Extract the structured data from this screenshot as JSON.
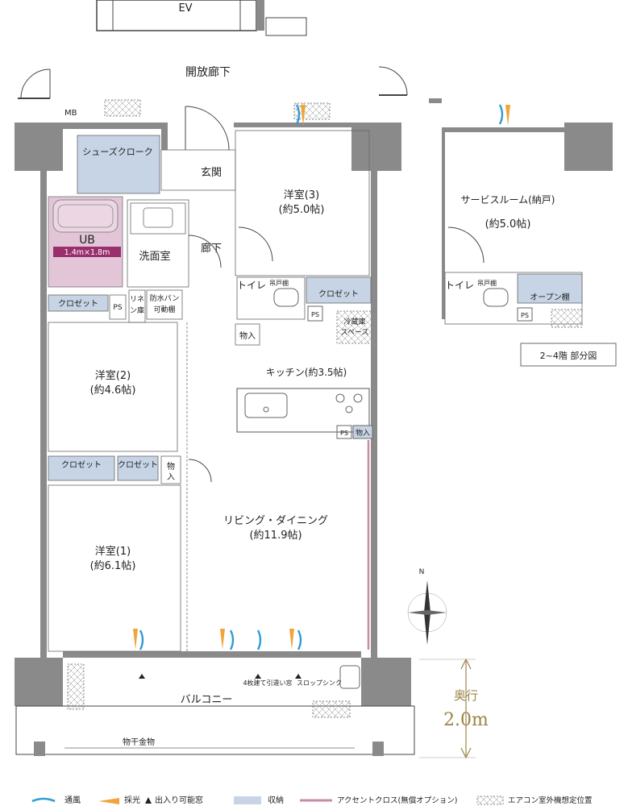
{
  "labels": {
    "ev": "EV",
    "corridor": "開放廊下",
    "mb": "MB",
    "shoes": "シューズクローク",
    "entrance": "玄関",
    "ub": "UB",
    "ub_size": "1.4m×1.8m",
    "washroom": "洗面室",
    "hallway": "廊下",
    "room3_name": "洋室(3)",
    "room3_size": "(約5.0帖)",
    "toilet": "トイレ",
    "hanging_shelf": "吊戸棚",
    "closet": "クロゼット",
    "ps": "PS",
    "linen_1": "リネ",
    "linen_2": "ン庫",
    "waterproof_1": "防水パン",
    "waterproof_2": "可動棚",
    "fridge_1": "冷蔵庫",
    "fridge_2": "スペース",
    "storage": "物入",
    "storage_v1": "物",
    "storage_v2": "入",
    "kitchen": "キッチン(約3.5帖)",
    "room2_name": "洋室(2)",
    "room2_size": "(約4.6帖)",
    "room1_name": "洋室(1)",
    "room1_size": "(約6.1帖)",
    "living_name": "リビング・ダイニング",
    "living_size": "(約11.9帖)",
    "window4": "4枚建て引違い窓",
    "slop_sink": "スロップシンク",
    "balcony": "バルコニー",
    "drying_rack": "物干金物",
    "depth_title": "奥行",
    "depth_value": "2.0m",
    "north": "N",
    "service_room": "サービスルーム(納戸)",
    "service_room_size": "(約5.0帖)",
    "open_shelf": "オープン棚",
    "floor_note": "2~4階 部分図"
  },
  "legend": {
    "ventilation": "通風",
    "daylight": "採光",
    "exit_window": "出入り可能窓",
    "storage": "収納",
    "accent_cloth": "アクセントクロス(無償オプション)",
    "ac_unit": "エアコン室外機想定位置"
  },
  "colors": {
    "wall": "#8a8a8a",
    "storage": "#c7d4e6",
    "bath": "#e2c6d8",
    "ub_tag": "#9a2f6e",
    "accent": "#c98aa8",
    "wind": "#2f9bd6",
    "light": "#f0a43a",
    "depth_gold": "#9c8446",
    "line": "#444444"
  }
}
